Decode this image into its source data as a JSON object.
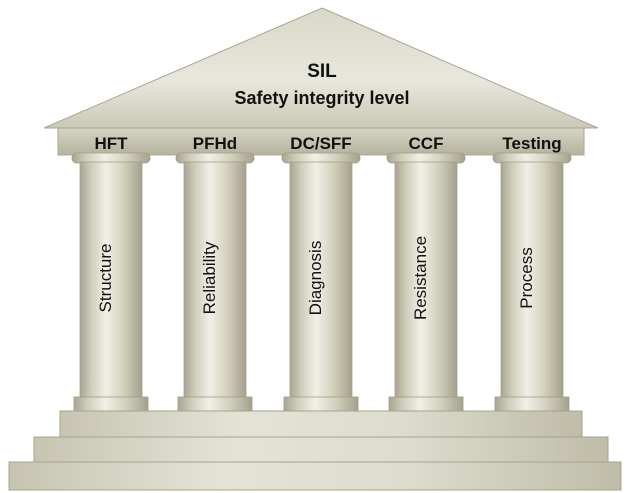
{
  "roof": {
    "title": "SIL",
    "subtitle": "Safety integrity level"
  },
  "pillars": [
    {
      "header": "HFT",
      "label": "Structure"
    },
    {
      "header": "PFHd",
      "label": "Reliability"
    },
    {
      "header": "DC/SFF",
      "label": "Diagnosis"
    },
    {
      "header": "CCF",
      "label": "Resistance"
    },
    {
      "header": "Testing",
      "label": "Process"
    }
  ],
  "colors": {
    "stone_light": "#e9e8dc",
    "stone_mid": "#c9c7b3",
    "stone_dark": "#a6a48e",
    "text": "#111111"
  }
}
